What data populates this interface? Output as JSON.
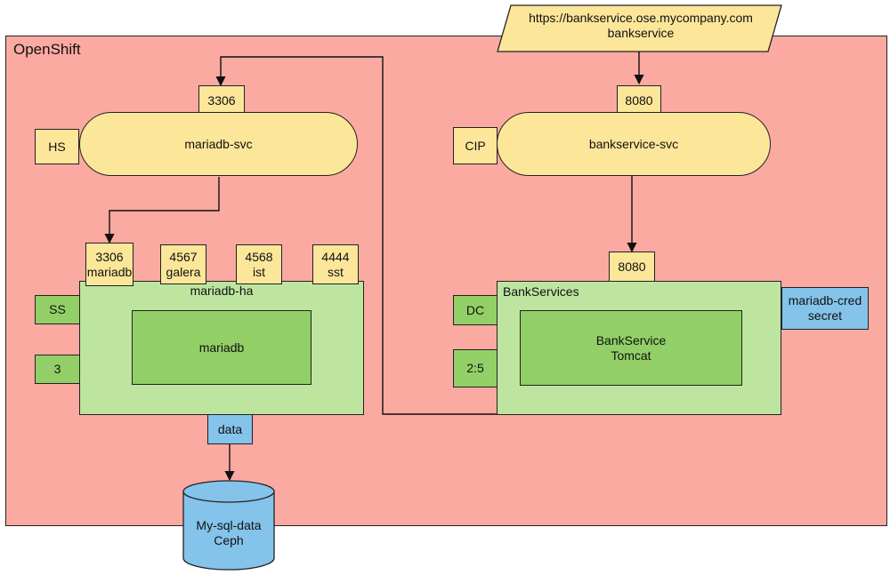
{
  "openshift": {
    "label": "OpenShift"
  },
  "url": {
    "text": "https://bankservice.ose.mycompany.com\nbankservice"
  },
  "mariadb_svc": {
    "label": "mariadb-svc",
    "port": "3306",
    "type": "HS"
  },
  "bankservice_svc": {
    "label": "bankservice-svc",
    "port": "8080",
    "type": "CIP"
  },
  "mariadb_ha": {
    "label": "mariadb-ha",
    "container": "mariadb",
    "kind": "SS",
    "replicas": "3",
    "ports": [
      "3306\nmariadb",
      "4567\ngalera",
      "4568\nist",
      "4444\nsst"
    ],
    "volume": "data"
  },
  "bankservices": {
    "label": "BankServices",
    "container": "BankService\nTomcat",
    "kind": "DC",
    "replicas": "2:5",
    "port": "8080"
  },
  "secret": {
    "label": "mariadb-cred\nsecret"
  },
  "storage": {
    "label": "My-sql-data\nCeph"
  },
  "colors": {
    "openshift_bg": "#fbaaa2",
    "yellow": "#fce699",
    "light_green": "#bde5a0",
    "green": "#92d067",
    "blue": "#84c3ea"
  }
}
